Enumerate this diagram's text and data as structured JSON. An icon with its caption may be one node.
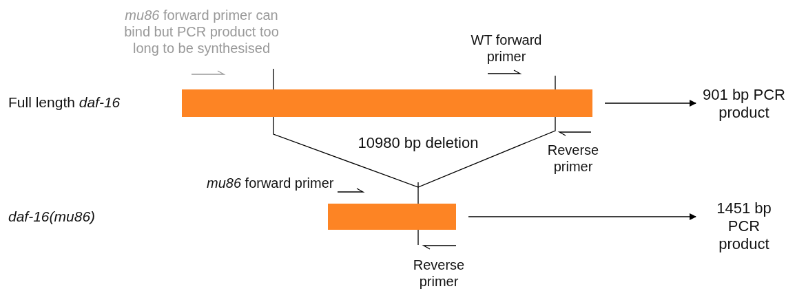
{
  "diagram": {
    "nodes": [
      {
        "text": [],
        "shape": "bar"
      },
      {
        "text": [
          "901 bp PCR product"
        ]
      },
      {
        "text": [],
        "shape": "bar"
      },
      {
        "text": [
          "1451 bp PCR product"
        ]
      }
    ],
    "edges": [
      {
        "from": 0,
        "to": 1,
        "arrow": "to"
      },
      {
        "from": 2,
        "to": 3,
        "arrow": "to"
      }
    ],
    "labels": [
      "*mu86* forward primer can bind but PCR product too long to be synthesised",
      "WT forward primer",
      "Full length *daf-16*",
      "10980 bp deletion",
      "Reverse primer",
      "*mu86* forward primer",
      "daf-16(mu86)",
      "Reverse primer"
    ]
  }
}
